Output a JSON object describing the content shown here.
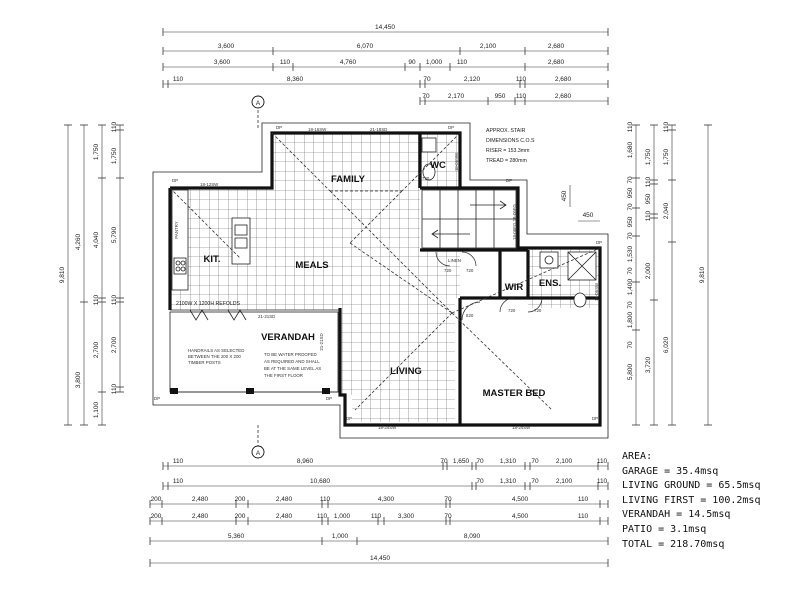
{
  "top_dims": {
    "overall": "14,450",
    "row1": [
      "3,600",
      "6,070",
      "2,100",
      "2,680"
    ],
    "row2": [
      "3,600",
      "110",
      "4,760",
      "90",
      "1,000",
      "110",
      "2,680"
    ],
    "row3": [
      "110",
      "8,360",
      "70",
      "2,120",
      "110",
      "2,680"
    ],
    "row4": [
      "70",
      "2,170",
      "950",
      "110",
      "2,680"
    ]
  },
  "bottom_dims": {
    "row1": [
      "110",
      "8,960",
      "70",
      "1,650",
      "70",
      "1,310",
      "70",
      "2,100",
      "110"
    ],
    "row2": [
      "110",
      "10,680",
      "70",
      "1,310",
      "70",
      "2,100",
      "110"
    ],
    "row3": [
      "200",
      "2,480",
      "200",
      "2,480",
      "110",
      "4,300",
      "70",
      "4,500",
      "110"
    ],
    "row4": [
      "200",
      "2,480",
      "200",
      "2,480",
      "110",
      "1,000",
      "110",
      "3,300",
      "70",
      "4,500",
      "110"
    ],
    "row5": [
      "5,360",
      "1,000",
      "8,090"
    ],
    "overall": "14,450"
  },
  "left_dims": {
    "overall": "9,810",
    "col2": [
      "4,260",
      "3,800"
    ],
    "col3": [
      "1,750",
      "4,040",
      "110",
      "2,700",
      "1,100"
    ],
    "col4": [
      "110",
      "1,750",
      "5,790",
      "110",
      "2,700",
      "110"
    ]
  },
  "right_dims": {
    "col1": [
      "110",
      "1,680",
      "70",
      "950",
      "70",
      "950",
      "70",
      "1,530",
      "70",
      "1,400",
      "70",
      "1,800",
      "70",
      "5,800"
    ],
    "col2": [
      "1,750",
      "110",
      "950",
      "110",
      "2,000",
      "3,720"
    ],
    "col3": [
      "110",
      "1,750",
      "2,040",
      "6,020"
    ],
    "overall": "9,810"
  },
  "section_marker": "A",
  "rooms": {
    "family": "FAMILY",
    "meals": "MEALS",
    "kit": "KIT.",
    "living": "LIVING",
    "verandah": "VERANDAH",
    "master_bed": "MASTER BED",
    "wir": "WIR",
    "ens": "ENS.",
    "wc": "WC",
    "linen": "LINEN",
    "pantry": "PANTRY"
  },
  "windows": {
    "w1": "18-16SW",
    "w2": "21-18SD",
    "w3": "18-12SW",
    "w4": "21-21SD",
    "w5": "21-21SD",
    "w6": "18-24SW",
    "w7": "18-24SW",
    "w8": "18-06FG 18-06FG",
    "w9": "18-06SW",
    "w10": "18-06SW"
  },
  "doors": [
    "720",
    "720",
    "720",
    "820",
    "720",
    "720"
  ],
  "stair_note": [
    "APPROX. STAIR",
    "DIMENSIONS C.O.S",
    "RISER = 153.3mm",
    "TREAD = 280mm"
  ],
  "kitchen_note": "2100W X 1200H REFOLDS",
  "handrail_note": [
    "HANDRAILS AS SELECTED",
    "BETWEEN THE 200 X 200",
    "TIMBER POSTS"
  ],
  "verandah_note": [
    "TO BE WATER PROOFED",
    "AS REQUIRED AND SHALL",
    "BE AT THE SAME LEVEL AS",
    "THE FIRST FLOOR"
  ],
  "dp_label": "DP",
  "small_dims": [
    "450",
    "450"
  ],
  "area": {
    "title": "AREA:",
    "lines": [
      "GARAGE = 35.4msq",
      "LIVING GROUND = 65.5msq",
      "LIVING FIRST = 100.2msq",
      "VERANDAH = 14.5msq",
      "PATIO = 3.1msq",
      "TOTAL = 218.70msq"
    ]
  }
}
